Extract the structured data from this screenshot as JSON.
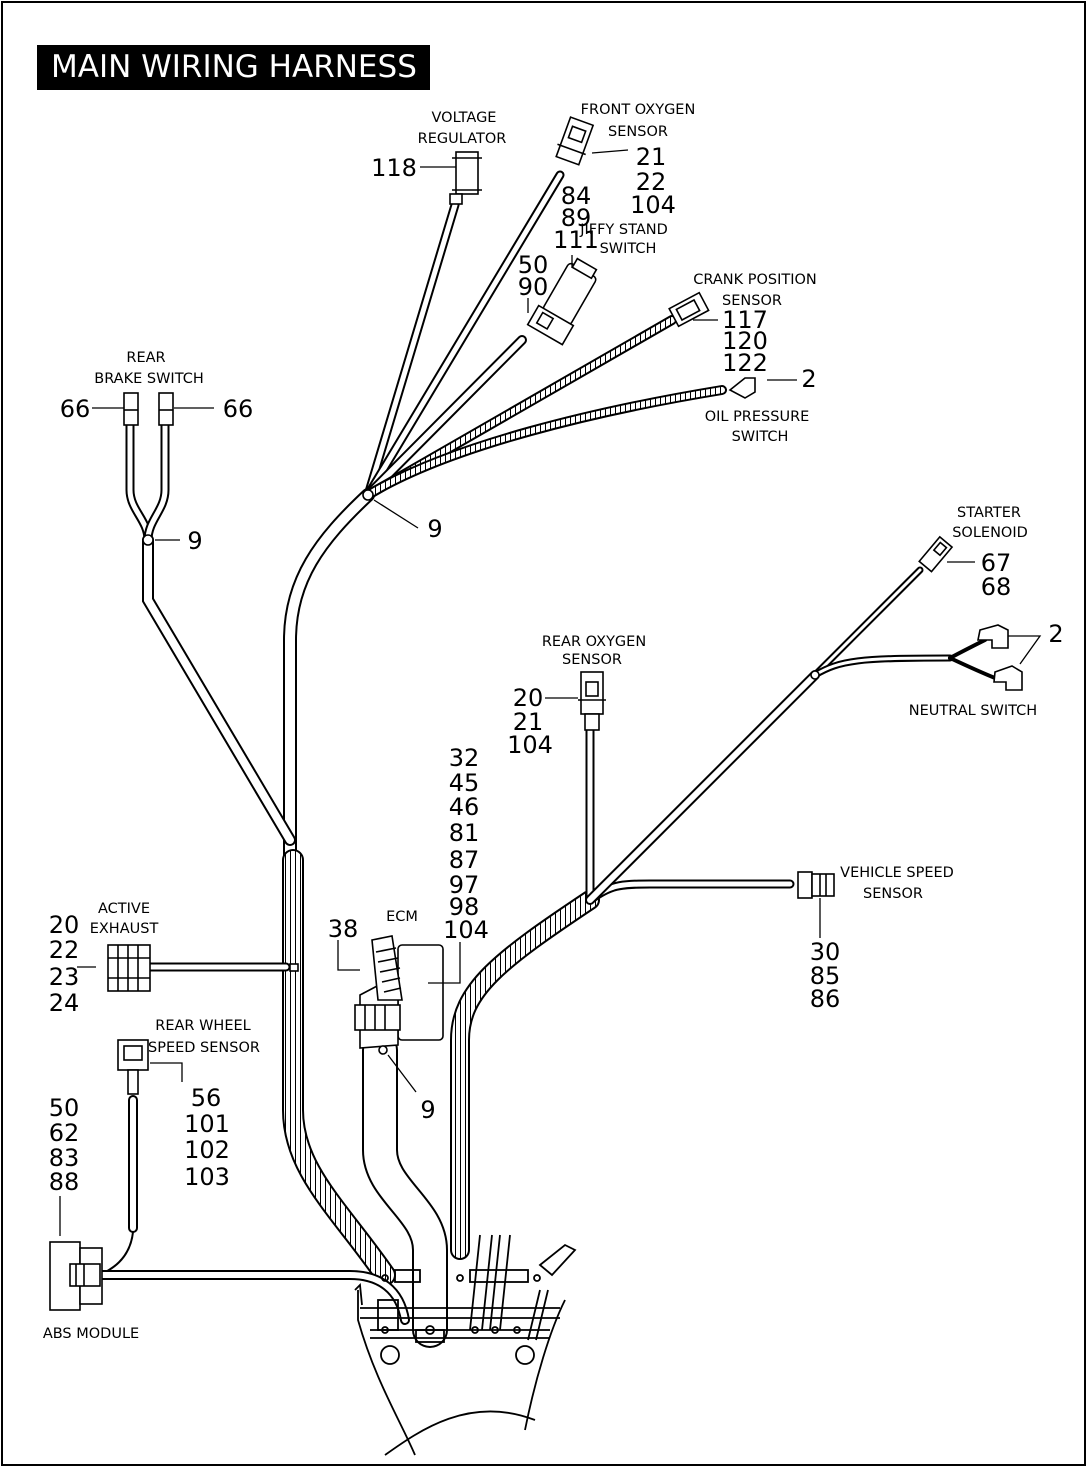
{
  "title": "MAIN WIRING HARNESS",
  "components": {
    "voltage_regulator": [
      "VOLTAGE",
      "REGULATOR"
    ],
    "front_oxygen_sensor": [
      "FRONT OXYGEN",
      "SENSOR"
    ],
    "jiffy_stand_switch": [
      "JIFFY STAND",
      "SWITCH"
    ],
    "crank_position_sensor": [
      "CRANK POSITION",
      "SENSOR"
    ],
    "oil_pressure_switch": [
      "OIL PRESSURE",
      "SWITCH"
    ],
    "rear_brake_switch": [
      "REAR",
      "BRAKE SWITCH"
    ],
    "starter_solenoid": [
      "STARTER",
      "SOLENOID"
    ],
    "neutral_switch": [
      "NEUTRAL SWITCH"
    ],
    "rear_oxygen_sensor": [
      "REAR OXYGEN",
      "SENSOR"
    ],
    "vehicle_speed_sensor": [
      "VEHICLE SPEED",
      "SENSOR"
    ],
    "active_exhaust": [
      "ACTIVE",
      "EXHAUST"
    ],
    "ecm": [
      "ECM"
    ],
    "rear_wheel_speed_sensor": [
      "REAR WHEEL",
      "SPEED SENSOR"
    ],
    "abs_module": [
      "ABS MODULE"
    ]
  },
  "callouts": {
    "voltage_regulator": [
      "118"
    ],
    "front_oxygen_sensor": [
      "21",
      "22",
      "104"
    ],
    "jiffy_stand_switch": [
      "84",
      "89",
      "111"
    ],
    "jiffy_stand_connector": [
      "50",
      "90"
    ],
    "crank_position_sensor": [
      "117",
      "120",
      "122"
    ],
    "oil_pressure_switch": [
      "2"
    ],
    "rear_brake_switch_left": [
      "66"
    ],
    "rear_brake_switch_right": [
      "66"
    ],
    "brake_branch_clip": [
      "9"
    ],
    "main_branch_clip": [
      "9"
    ],
    "starter_solenoid": [
      "67",
      "68"
    ],
    "neutral_switch": [
      "2"
    ],
    "rear_oxygen_sensor": [
      "20",
      "21",
      "104"
    ],
    "ecm_parts": [
      "32",
      "45",
      "46",
      "81",
      "87",
      "97",
      "98",
      "104"
    ],
    "ecm_bracket": [
      "38"
    ],
    "ecm_clip": [
      "9"
    ],
    "vehicle_speed_sensor": [
      "30",
      "85",
      "86"
    ],
    "active_exhaust": [
      "20",
      "22",
      "23",
      "24"
    ],
    "rear_wheel_speed_sensor": [
      "56",
      "101",
      "102",
      "103"
    ],
    "abs_module": [
      "50",
      "62",
      "83",
      "88"
    ]
  }
}
